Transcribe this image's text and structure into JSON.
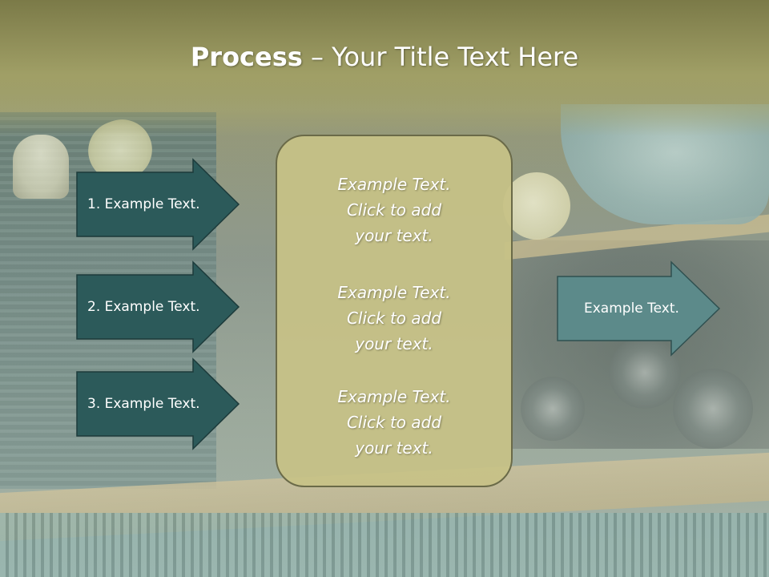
{
  "title": {
    "bold": "Process",
    "rest": " – Your Title Text Here"
  },
  "left_steps": [
    {
      "label": "1. Example Text."
    },
    {
      "label": "2. Example Text."
    },
    {
      "label": "3. Example Text."
    }
  ],
  "center_blocks": [
    {
      "line1": "Example Text.",
      "line2": "Click  to add",
      "line3": "your text."
    },
    {
      "line1": "Example Text.",
      "line2": "Click  to add",
      "line3": "your text."
    },
    {
      "line1": "Example Text.",
      "line2": "Click  to add",
      "line3": "your text."
    }
  ],
  "right_arrow": {
    "label": "Example Text."
  },
  "colors": {
    "dark_arrow": "#2c5a5a",
    "light_arrow": "#5c8a8a",
    "panel": "#c7c287",
    "title_band": "#8f8d55"
  }
}
